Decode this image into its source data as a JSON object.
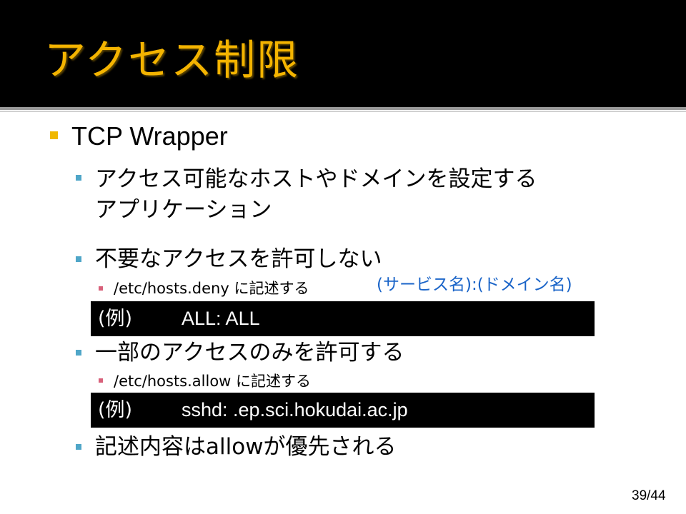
{
  "slide": {
    "title": "アクセス制限",
    "page_number": "39/44"
  },
  "content": {
    "level1": "TCP Wrapper",
    "items": [
      {
        "line1": "アクセス可能なホストやドメインを設定する",
        "line2": "アプリケーション"
      },
      {
        "text": "不要なアクセスを許可しない",
        "sub": "/etc/hosts.deny に記述する",
        "example_label": "(例)",
        "example_code": "ALL: ALL"
      },
      {
        "text": "一部のアクセスのみを許可する",
        "sub": "/etc/hosts.allow に記述する",
        "example_label": "(例)",
        "example_code": "sshd: .ep.sci.hokudai.ac.jp"
      },
      {
        "text": "記述内容はallowが優先される"
      }
    ],
    "annotation": "(サービス名):(ドメイン名)"
  },
  "colors": {
    "title": "#f4b400",
    "bullet_level1": "#f0b800",
    "bullet_level2": "#4fa6c8",
    "bullet_level3": "#d8607a",
    "annotation": "#1a64c8"
  }
}
